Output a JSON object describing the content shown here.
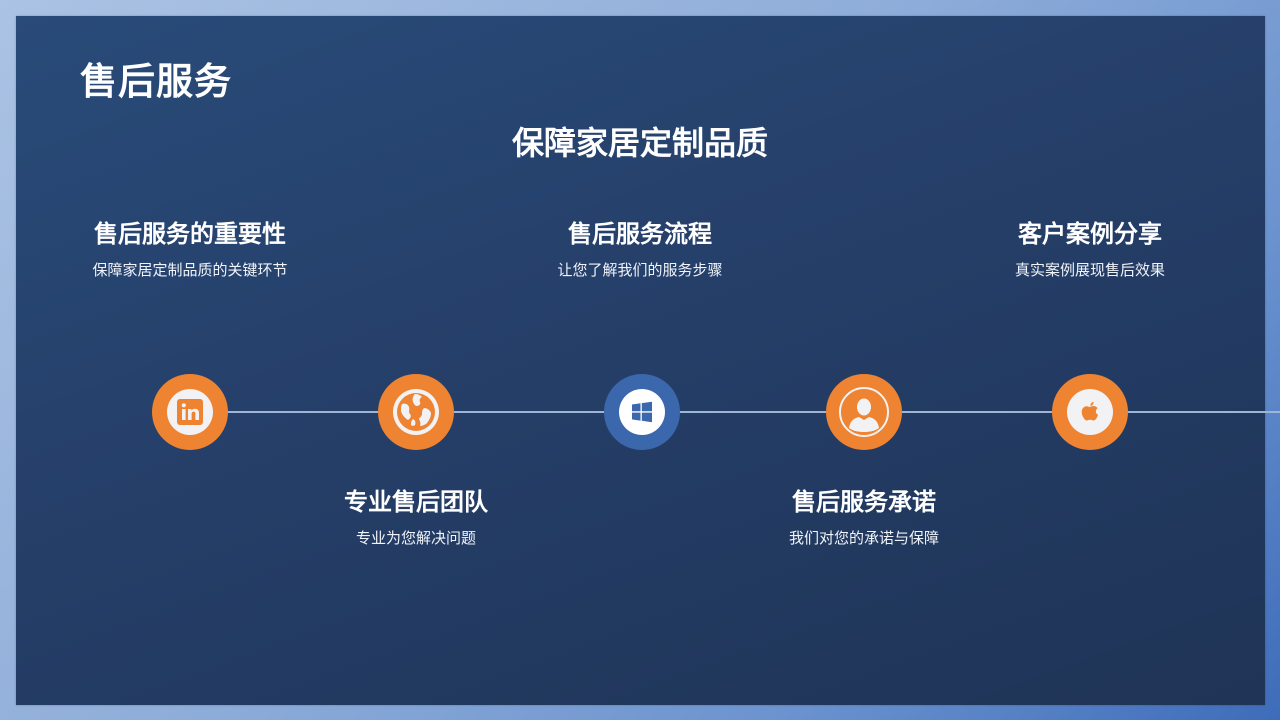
{
  "slide": {
    "title": "售后服务",
    "subtitle": "保障家居定制品质"
  },
  "colors": {
    "accent_orange": "#ee8331",
    "accent_blue": "#3b67ad",
    "line": "#9fb5d6",
    "panel_top": "#294b79",
    "panel_bottom": "#1f3456"
  },
  "timeline": {
    "nodes": [
      {
        "icon": "linkedin-icon",
        "color": "#ee8331"
      },
      {
        "icon": "globe-icon",
        "color": "#ee8331"
      },
      {
        "icon": "windows-icon",
        "color": "#3b67ad"
      },
      {
        "icon": "user-icon",
        "color": "#ee8331"
      },
      {
        "icon": "apple-icon",
        "color": "#ee8331"
      }
    ],
    "steps": [
      {
        "title": "售后服务的重要性",
        "desc": "保障家居定制品质的关键环节"
      },
      {
        "title": "专业售后团队",
        "desc": "专业为您解决问题"
      },
      {
        "title": "售后服务流程",
        "desc": "让您了解我们的服务步骤"
      },
      {
        "title": "售后服务承诺",
        "desc": "我们对您的承诺与保障"
      },
      {
        "title": "客户案例分享",
        "desc": "真实案例展现售后效果"
      }
    ]
  }
}
